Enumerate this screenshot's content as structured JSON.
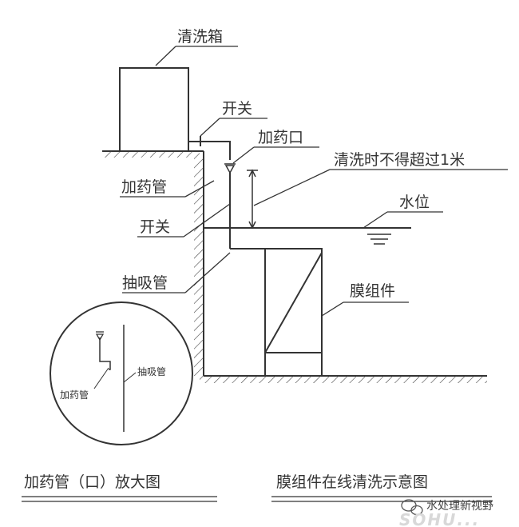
{
  "labels": {
    "cleaning_tank": "清洗箱",
    "switch_top": "开关",
    "dosing_port": "加药口",
    "limit_note": "清洗时不得超过1米",
    "dosing_pipe": "加药管",
    "water_level": "水位",
    "switch_mid": "开关",
    "suction_pipe": "抽吸管",
    "membrane_module": "膜组件"
  },
  "inset": {
    "dosing_pipe": "加药管",
    "suction_pipe": "抽吸管"
  },
  "captions": {
    "left": "加药管（口）放大图",
    "right": "膜组件在线清洗示意图"
  },
  "watermark": {
    "text": "水处理新视野",
    "brand": "SOHU..."
  }
}
